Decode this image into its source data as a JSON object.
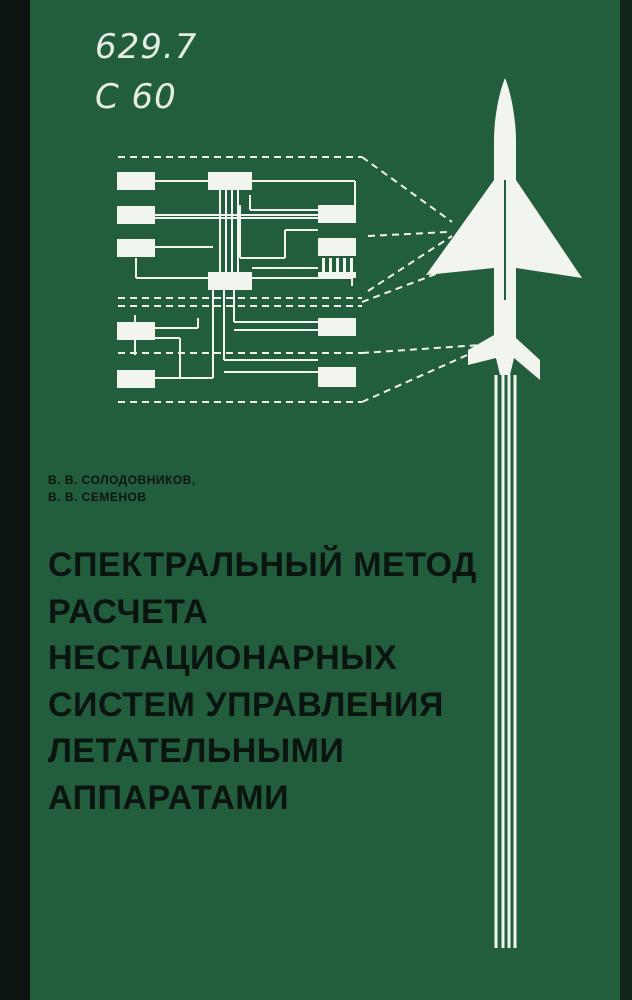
{
  "call_number": {
    "line1": "629.7",
    "line2": "С 60"
  },
  "authors": [
    "В. В. СОЛОДОВНИКОВ,",
    "В. В. СЕМЕНОВ"
  ],
  "title_lines": [
    "СПЕКТРАЛЬНЫЙ МЕТОД",
    "РАСЧЕТА",
    "НЕСТАЦИОНАРНЫХ",
    "СИСТЕМ УПРАВЛЕНИЯ",
    "ЛЕТАТЕЛЬНЫМИ",
    "АППАРАТАМИ"
  ],
  "colors": {
    "cover_green": "#225e3d",
    "spine": "#0c1511",
    "art_white": "#f2f4ee",
    "text_dark": "#0a1410"
  }
}
